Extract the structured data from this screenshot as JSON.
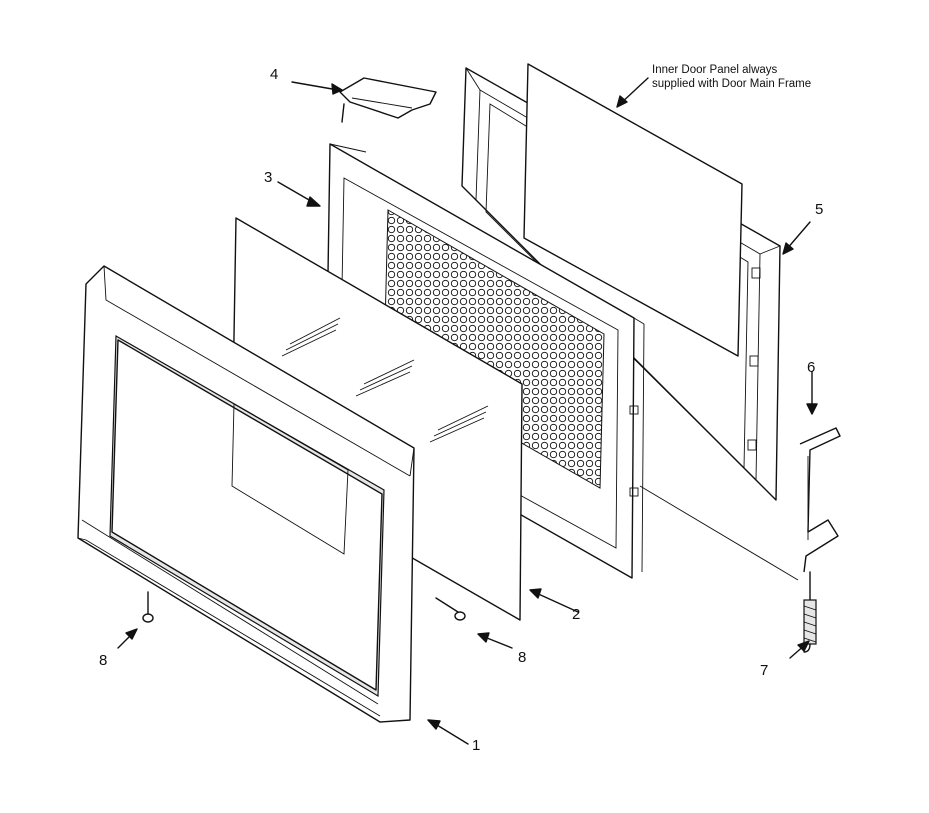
{
  "note": {
    "line1": "Inner Door Panel always",
    "line2": "supplied with Door Main Frame"
  },
  "callouts": [
    {
      "id": "part-1",
      "text": "1"
    },
    {
      "id": "part-2",
      "text": "2"
    },
    {
      "id": "part-3",
      "text": "3"
    },
    {
      "id": "part-4",
      "text": "4"
    },
    {
      "id": "part-5",
      "text": "5"
    },
    {
      "id": "part-6",
      "text": "6"
    },
    {
      "id": "part-7",
      "text": "7"
    },
    {
      "id": "part-8a",
      "text": "8"
    },
    {
      "id": "part-8b",
      "text": "8"
    }
  ]
}
